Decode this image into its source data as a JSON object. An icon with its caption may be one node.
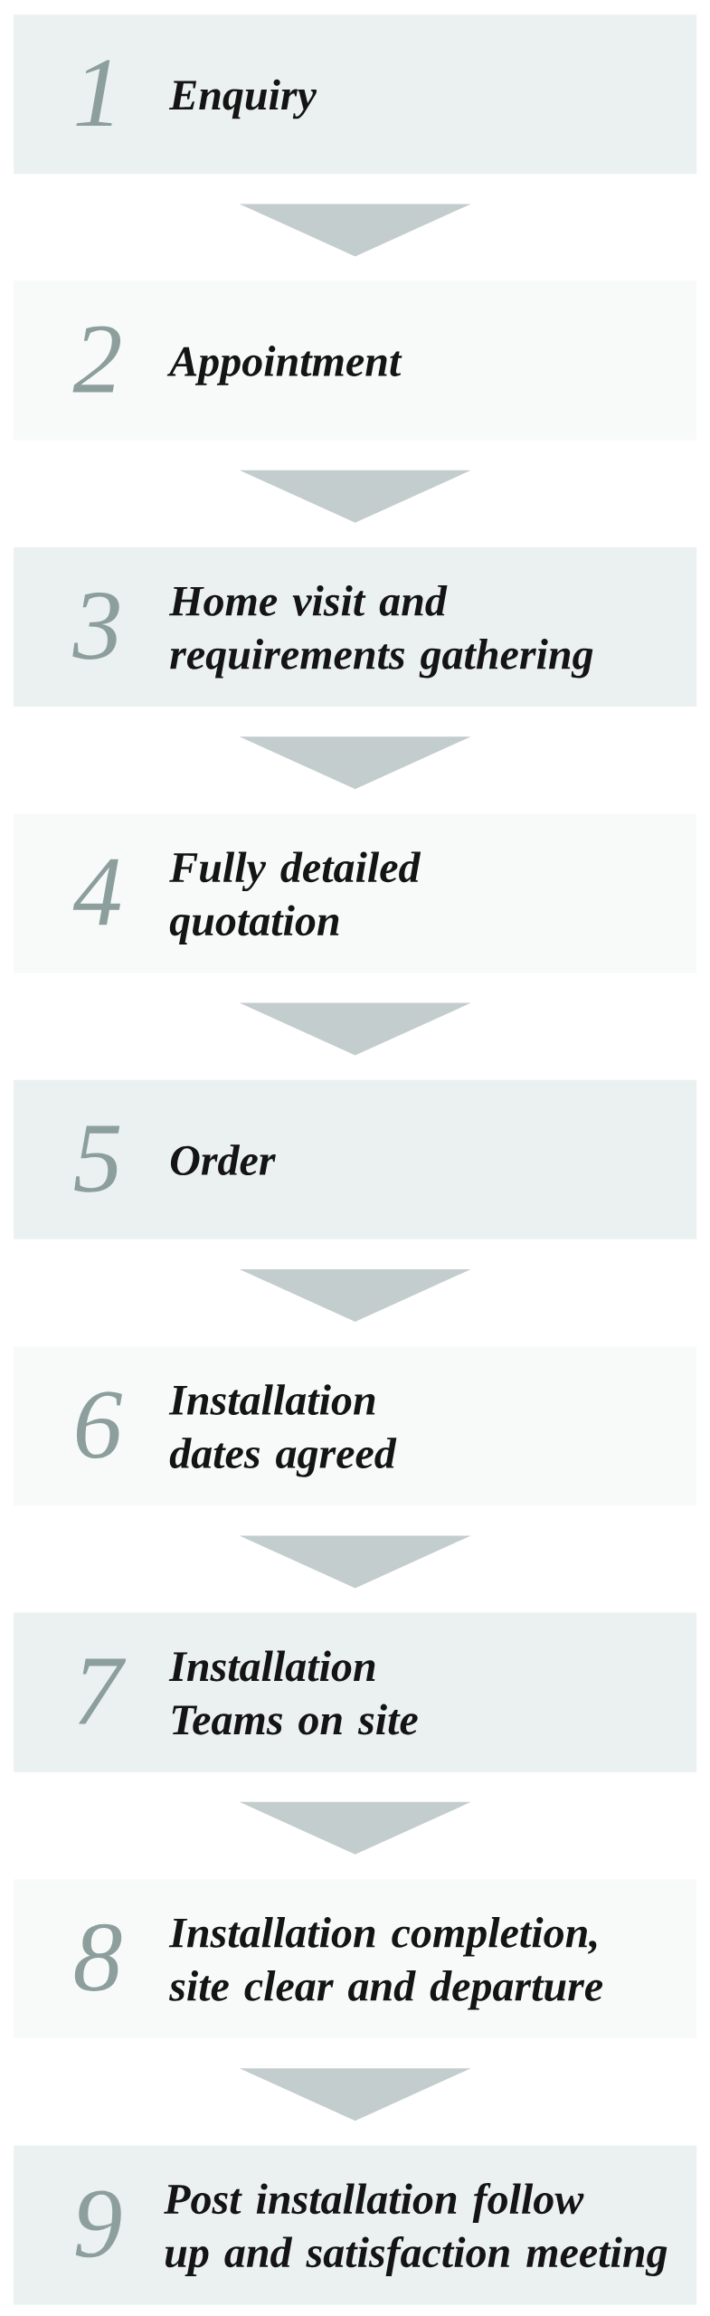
{
  "diagram": {
    "nodes": [
      {
        "text": [
          "1",
          "Enquiry"
        ]
      },
      {
        "text": [
          "2",
          "Appointment"
        ]
      },
      {
        "text": [
          "3",
          "Home visit and requirements gathering"
        ]
      },
      {
        "text": [
          "4",
          "Fully detailed quotation"
        ]
      },
      {
        "text": [
          "5",
          "Order"
        ]
      },
      {
        "text": [
          "6",
          "Installation dates agreed"
        ]
      },
      {
        "text": [
          "7",
          "Installation Teams on site"
        ]
      },
      {
        "text": [
          "8",
          "Installation completion, site clear and departure"
        ]
      },
      {
        "text": [
          "9",
          "Post installation follow up and satisfaction meeting"
        ]
      }
    ],
    "edges": [
      {
        "from": 0,
        "to": 1,
        "arrow": "to"
      },
      {
        "from": 1,
        "to": 2,
        "arrow": "to"
      },
      {
        "from": 2,
        "to": 3,
        "arrow": "to"
      },
      {
        "from": 3,
        "to": 4,
        "arrow": "to"
      },
      {
        "from": 4,
        "to": 5,
        "arrow": "to"
      },
      {
        "from": 5,
        "to": 6,
        "arrow": "to"
      },
      {
        "from": 6,
        "to": 7,
        "arrow": "to"
      },
      {
        "from": 7,
        "to": 8,
        "arrow": "to"
      }
    ]
  }
}
